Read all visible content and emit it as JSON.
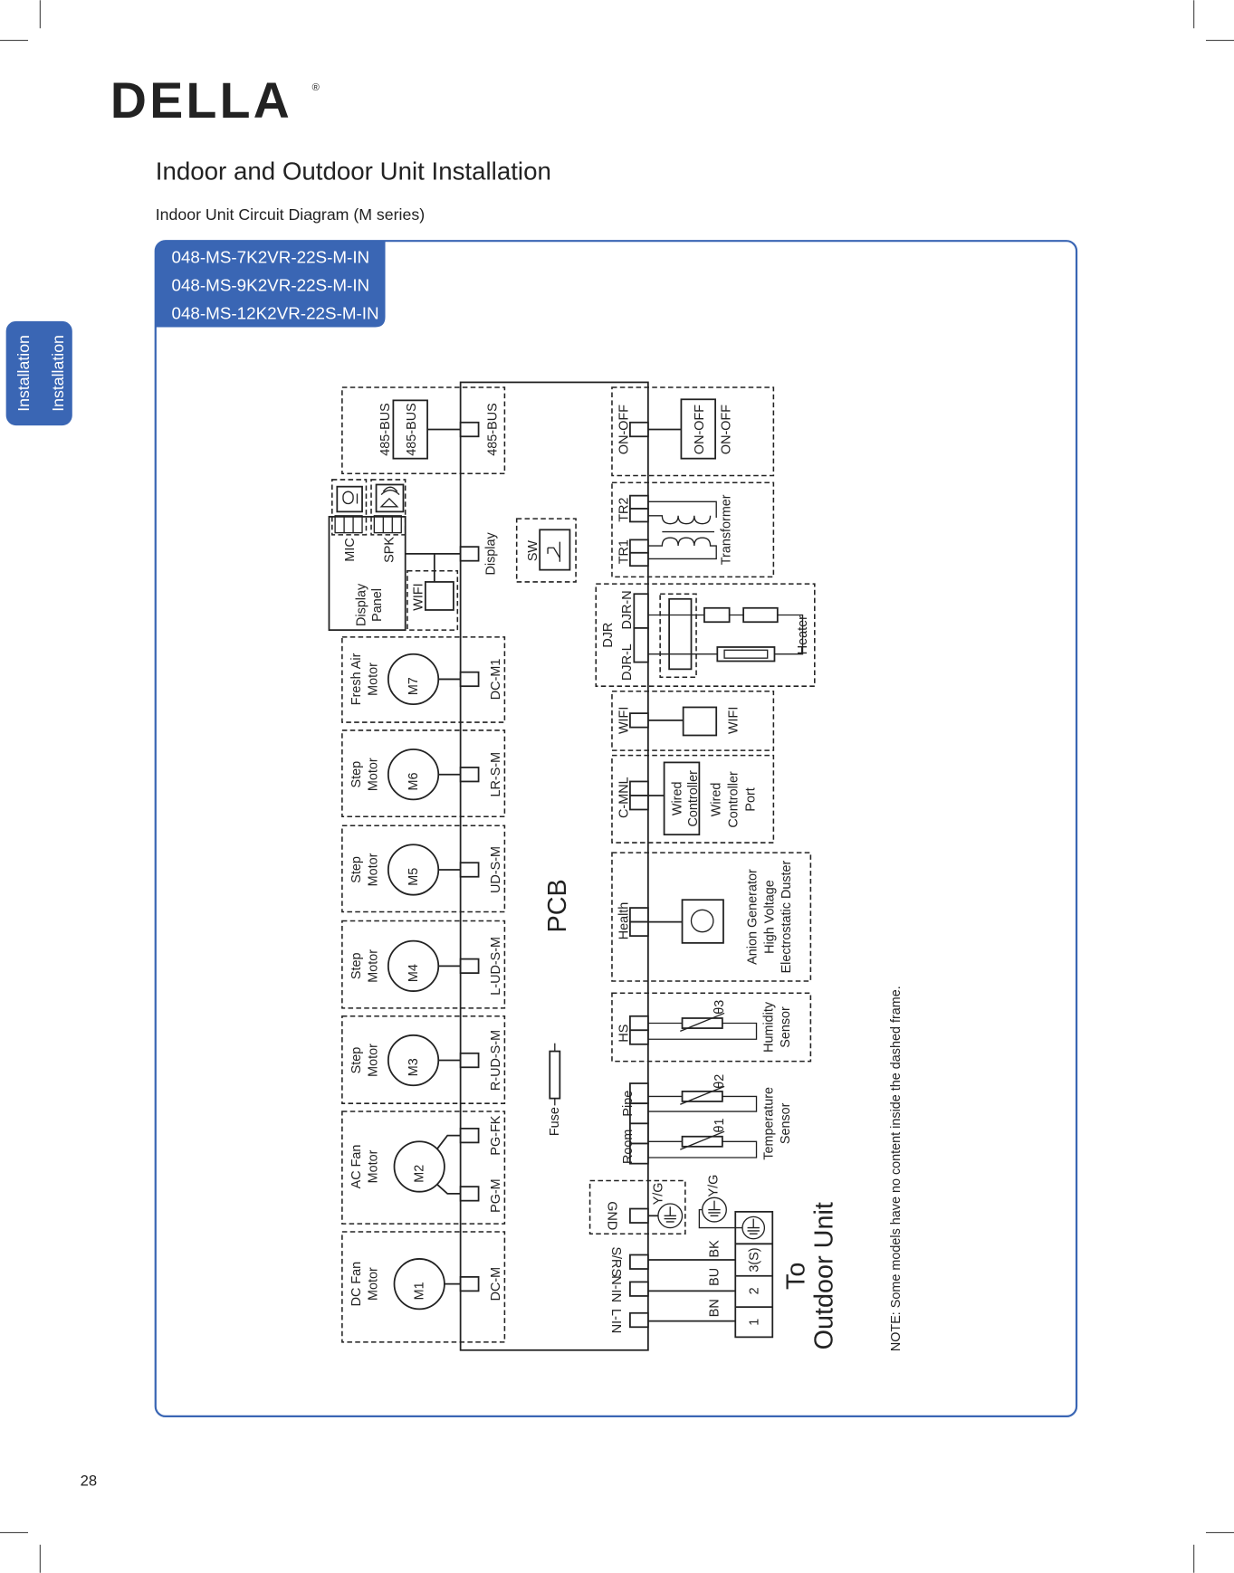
{
  "logo": "DELLA",
  "logo_mark": "®",
  "title": "Indoor and Outdoor Unit Installation",
  "subtitle": "Indoor Unit Circuit Diagram (M series)",
  "models": [
    "048-MS-7K2VR-22S-M-IN",
    "048-MS-9K2VR-22S-M-IN",
    "048-MS-12K2VR-22S-M-IN"
  ],
  "side_tab": [
    "Installation",
    "Installation"
  ],
  "page_number": "28",
  "colors": {
    "accent": "#3a66b4",
    "ink": "#222222"
  },
  "diagram": {
    "pcb": "PCB",
    "bus": {
      "outer": "485-BUS",
      "inner": "485-BUS",
      "port": "485-BUS"
    },
    "mic": "MIC",
    "spk": "SPK",
    "display_panel": [
      "Display",
      "Panel"
    ],
    "wifi_panel": "WIFI",
    "display_port": "Display",
    "sw": "SW",
    "fresh_air": {
      "label": [
        "Fresh Air",
        "Motor"
      ],
      "motor": "M7",
      "port": "DC-M1"
    },
    "step_motors": [
      {
        "label": [
          "Step",
          "Motor"
        ],
        "motor": "M6",
        "port": "LR-S-M"
      },
      {
        "label": [
          "Step",
          "Motor"
        ],
        "motor": "M5",
        "port": "UD-S-M"
      },
      {
        "label": [
          "Step",
          "Motor"
        ],
        "motor": "M4",
        "port": "L-UD-S-M"
      },
      {
        "label": [
          "Step",
          "Motor"
        ],
        "motor": "M3",
        "port": "R-UD-S-M"
      }
    ],
    "ac_fan": {
      "label": [
        "AC Fan",
        "Motor"
      ],
      "motor": "M2",
      "port1": "PG-FK",
      "port2": "PG-M"
    },
    "dc_fan": {
      "label": [
        "DC Fan",
        "Motor"
      ],
      "motor": "M1",
      "port": "DC-M"
    },
    "fuse": "Fuse",
    "on_off": {
      "port": "ON-OFF",
      "inner": "ON-OFF",
      "outer": "ON-OFF"
    },
    "transformer": {
      "tr2": "TR2",
      "tr1": "TR1",
      "label": "Transformer"
    },
    "heater": {
      "djr": "DJR",
      "djr_n": "DJR-N",
      "djr_l": "DJR-L",
      "label": "Heater"
    },
    "wifi": {
      "port": "WIFI",
      "label": "WIFI"
    },
    "wired": {
      "port": "C-MNL",
      "inner": [
        "Wired",
        "Controller"
      ],
      "label": [
        "Wired",
        "Controller",
        "Port"
      ]
    },
    "health": {
      "port": "Health",
      "label": [
        "Anion Generator",
        "High Voltage",
        "Electrostatic Duster"
      ]
    },
    "humidity": {
      "port": "HS",
      "theta": "θ3",
      "label": [
        "Humidity",
        "Sensor"
      ]
    },
    "temperature": {
      "pipe": "Pipe",
      "room": "Room",
      "theta2": "θ2",
      "theta1": "θ1",
      "label": [
        "Temperature",
        "Sensor"
      ]
    },
    "gnd": "GND",
    "yg1": "Y/G",
    "yg2": "Y/G",
    "power": {
      "srs": "S/RS",
      "nin": "N-IN",
      "lin": "L-IN",
      "bk": "BK",
      "bu": "BU",
      "bn": "BN"
    },
    "terminal": [
      "3(S)",
      "2",
      "1"
    ],
    "to": "To",
    "outdoor": "Outdoor Unit",
    "note": "NOTE: Some models have no content inside the dashed frame."
  }
}
